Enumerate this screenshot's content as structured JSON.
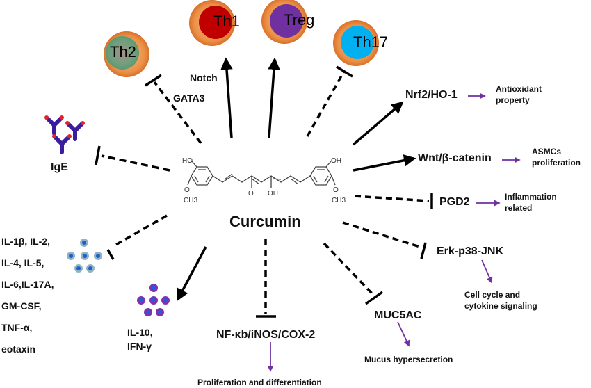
{
  "center": {
    "title": "Curcumin",
    "structure_labels": {
      "ho_left": "HO",
      "oh_right": "OH",
      "o_left": "O",
      "o_right": "O",
      "ch3_left": "CH3",
      "ch3_right": "CH3",
      "ketone_o": "O",
      "enol_oh": "OH"
    }
  },
  "cells": [
    {
      "id": "th2",
      "label": "Th2",
      "nucleus_color": "#7fa98a",
      "relation": "inhibits",
      "mediator": "GATA3"
    },
    {
      "id": "th1",
      "label": "Th1",
      "nucleus_color": "#c00000",
      "relation": "promotes",
      "mediator": "Notch"
    },
    {
      "id": "treg",
      "label": "Treg",
      "nucleus_color": "#7030a0",
      "relation": "promotes",
      "mediator": ""
    },
    {
      "id": "th17",
      "label": "Th17",
      "nucleus_color": "#00b0f0",
      "relation": "inhibits",
      "mediator": ""
    }
  ],
  "cell_membrane_color": "#e8833a",
  "left_targets": {
    "ige": {
      "label": "IgE",
      "relation": "inhibits"
    },
    "pro_inflammatory_cytokines": {
      "relation": "inhibits",
      "items": [
        "IL-1β, IL-2,",
        "IL-4, IL-5,",
        "IL-6,IL-17A,",
        "GM-CSF,",
        "TNF-α,",
        "eotaxin"
      ]
    },
    "anti_inflammatory_cytokines": {
      "relation": "promotes",
      "items": [
        "IL-10,",
        "IFN-γ"
      ]
    }
  },
  "right_targets": [
    {
      "id": "nrf2",
      "label": "Nrf2/HO-1",
      "relation": "promotes",
      "effect": [
        "Antioxidant",
        "property"
      ]
    },
    {
      "id": "wnt",
      "label": "Wnt/β-catenin",
      "relation": "promotes",
      "effect": [
        "ASMCs",
        "proliferation"
      ]
    },
    {
      "id": "pgd2",
      "label": "PGD2",
      "relation": "inhibits",
      "effect": [
        "Inflammation",
        "related"
      ]
    },
    {
      "id": "erk",
      "label": "Erk-p38-JNK",
      "relation": "inhibits",
      "effect": [
        "Cell cycle and",
        "cytokine signaling"
      ]
    }
  ],
  "bottom_targets": [
    {
      "id": "nfkb",
      "label": "NF-κb/iNOS/COX-2",
      "relation": "inhibits",
      "effect": "Proliferation and differentiation"
    },
    {
      "id": "muc5ac",
      "label": "MUC5AC",
      "relation": "inhibits",
      "effect": "Mucus hypersecretion"
    }
  ],
  "colors": {
    "effect_arrow": "#7030a0",
    "line": "#000000",
    "ige_body": "#3a1d9e",
    "ige_tip": "#e8202a",
    "cytokine_inhibited_outer": "#8fb4c0",
    "cytokine_promoted_outer": "#8030b0",
    "cytokine_core": "#1f5fd0"
  }
}
